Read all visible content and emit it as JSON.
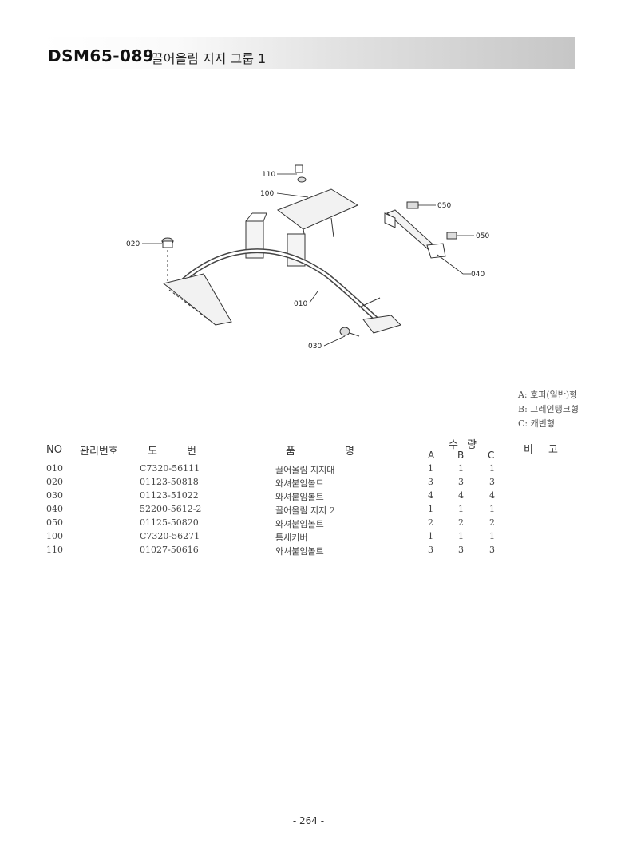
{
  "header": {
    "code": "DSM65-089",
    "name": "끌어올림 지지 그룹 1"
  },
  "diagram": {
    "callouts": [
      "110",
      "100",
      "050",
      "050",
      "020",
      "040",
      "010",
      "030"
    ]
  },
  "legend": [
    "A: 호퍼(일반)형",
    "B: 그레인탱크형",
    "C: 캐빈형"
  ],
  "table": {
    "headers": {
      "no": "NO",
      "mgmt": "관리번호",
      "drawing_1": "도",
      "drawing_2": "번",
      "name_1": "품",
      "name_2": "명",
      "qty_1": "수",
      "qty_2": "량",
      "a": "A",
      "b": "B",
      "c": "C",
      "remark_1": "비",
      "remark_2": "고"
    },
    "rows": [
      {
        "no": "010",
        "part": "C7320-56111",
        "name": "끌어올림 지지대",
        "a": "1",
        "b": "1",
        "c": "1"
      },
      {
        "no": "020",
        "part": "01123-50818",
        "name": "와셔붙임볼트",
        "a": "3",
        "b": "3",
        "c": "3"
      },
      {
        "no": "030",
        "part": "01123-51022",
        "name": "와셔붙임볼트",
        "a": "4",
        "b": "4",
        "c": "4"
      },
      {
        "no": "040",
        "part": "52200-5612-2",
        "name": "끌어올림 지지 2",
        "a": "1",
        "b": "1",
        "c": "1"
      },
      {
        "no": "050",
        "part": "01125-50820",
        "name": "와셔붙임볼트",
        "a": "2",
        "b": "2",
        "c": "2"
      },
      {
        "no": "100",
        "part": "C7320-56271",
        "name": "틈새커버",
        "a": "1",
        "b": "1",
        "c": "1"
      },
      {
        "no": "110",
        "part": "01027-50616",
        "name": "와셔붙임볼트",
        "a": "3",
        "b": "3",
        "c": "3"
      }
    ]
  },
  "footer": {
    "page": "- 264 -"
  }
}
